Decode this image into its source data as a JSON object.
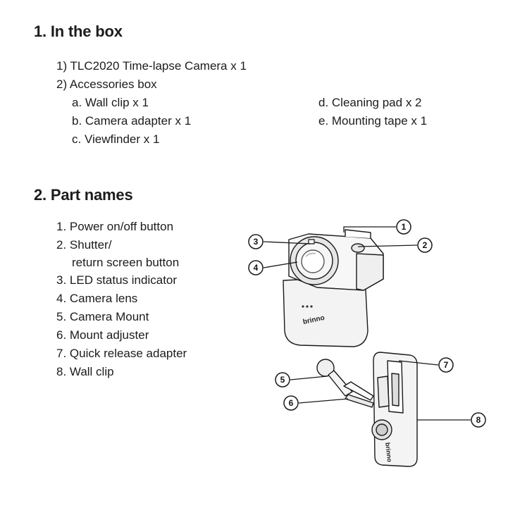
{
  "section1": {
    "title": "1. In the box",
    "items": [
      "1) TLC2020 Time-lapse Camera x 1",
      "2) Accessories box"
    ],
    "accessories_left": [
      "a. Wall clip x 1",
      "b. Camera adapter x 1",
      "c. Viewfinder x 1"
    ],
    "accessories_right": [
      "d. Cleaning pad x 2",
      "e. Mounting tape x 1"
    ]
  },
  "section2": {
    "title": "2. Part names",
    "parts": [
      "1. Power on/off button",
      "2. Shutter/",
      "return screen button",
      "3. LED status indicator",
      "4. Camera lens",
      "5. Camera Mount",
      "6. Mount adjuster",
      "7. Quick release adapter",
      "8. Wall clip"
    ]
  },
  "diagram": {
    "brand": "brinno",
    "callouts": [
      "1",
      "2",
      "3",
      "4",
      "5",
      "6",
      "7",
      "8"
    ]
  }
}
